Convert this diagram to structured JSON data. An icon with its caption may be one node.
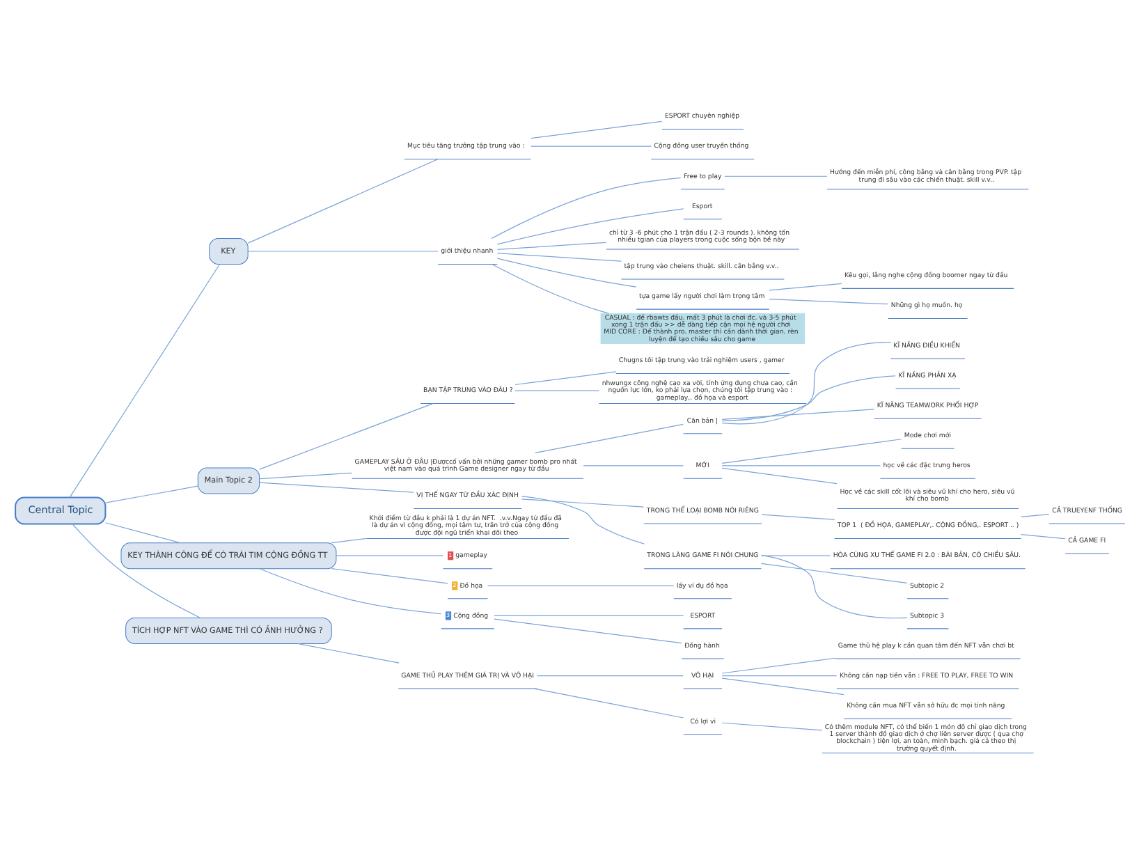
{
  "diagram": {
    "nodes": [
      {
        "text": [
          "Central Topic"
        ]
      },
      {
        "text": [
          "KEY"
        ]
      },
      {
        "text": [
          "Mục tiêu tăng trưởng tập trung vào :"
        ]
      },
      {
        "text": [
          "ESPORT chuyên nghiệp"
        ]
      },
      {
        "text": [
          "Cộng đồng user truyền thống"
        ]
      },
      {
        "text": [
          "giới thiệu nhanh"
        ]
      },
      {
        "text": [
          "Free to play"
        ]
      },
      {
        "text": [
          "Hướng đến miễn phí, công bằng và cân bằng trong PVP. tập trung đi sâu vào các chiến thuật. skill v.v.."
        ]
      },
      {
        "text": [
          "Esport"
        ]
      },
      {
        "text": [
          "chỉ từ 3 -6 phút cho 1 trận đấu ( 2-3 rounds ). không tốn nhiều tgian của players trong cuộc sống bộn bề này"
        ]
      },
      {
        "text": [
          "tập trung vào cheiens thuật. skill. cân bằng v.v.."
        ]
      },
      {
        "text": [
          "tựa game lấy người chơi làm trọng tâm"
        ]
      },
      {
        "text": [
          "Kêu gọi, lắng nghe cộng đồng boomer ngay từ đầu"
        ]
      },
      {
        "text": [
          "Những gì họ muốn. họ"
        ]
      },
      {
        "text": [
          "CASUAL : đề rbawts đầu. mất 3 phút là chơi đc. và 3-5 phút xong 1 trận đấu >> dễ dàng tiếp cận mọi hệ người chơi",
          "MID CORE : Để thành pro. master thì cần dành thời gian. rèn luyện để tạo chiều sâu cho game"
        ]
      },
      {
        "text": [
          "Main Topic 2"
        ]
      },
      {
        "text": [
          "BẠN TẬP TRUNG VÀO ĐÂU ?"
        ]
      },
      {
        "text": [
          "Chugns tôi tập trung vào trải nghiệm users , gamer"
        ]
      },
      {
        "text": [
          "nhwungx công nghệ cao xa vời, tính ứng dụng chưa cao, cần nguồn lực lớn, ko phải lựa chọn, chúng tôi tập trung vào : gameplay,. đồ họa và esport"
        ]
      },
      {
        "text": [
          "GAMEPLAY SÂU Ở ĐÂU |Đượccố vấn bởi những gamer bomb pro nhất việt nam vào quá trình Game designer ngay từ đầu"
        ]
      },
      {
        "text": [
          "Căn bản |"
        ]
      },
      {
        "text": [
          "KĨ NĂNG ĐIỀU KHIỂN"
        ]
      },
      {
        "text": [
          "KĨ NĂNG PHẢN XẠ"
        ]
      },
      {
        "text": [
          "KĨ NĂNG TEAMWORK PHỐI HỢP"
        ]
      },
      {
        "text": [
          "MỚI"
        ]
      },
      {
        "text": [
          "Mode chơi mới"
        ]
      },
      {
        "text": [
          "học về các đặc trưng heros"
        ]
      },
      {
        "text": [
          "Học về các skill cốt lõi và siêu vũ khí cho hero, siêu vũ khí cho bomb"
        ]
      },
      {
        "text": [
          "VỊ THẾ NGAY TỪ ĐẦU XÁC ĐỊNH"
        ]
      },
      {
        "text": [
          "TRONG THỂ LOẠI BOMB NÓI RIÊNG"
        ]
      },
      {
        "text": [
          "TOP 1  ( ĐỒ HỌA, GAMEPLAY,. CỘNG ĐỒNG,. ESPORT .. )"
        ]
      },
      {
        "text": [
          "CẢ TRUEYENF THỐNG"
        ]
      },
      {
        "text": [
          "CẢ GAME FI"
        ]
      },
      {
        "text": [
          "TRONG LÀNG GAME FI NÓI CHUNG"
        ]
      },
      {
        "text": [
          "HÒA CÙNG XU THẾ GAME FI 2.0 : BÀI BẢN, CÓ CHIỀU SÂU."
        ]
      },
      {
        "text": [
          "Subtopic 2"
        ]
      },
      {
        "text": [
          "Subtopic 3"
        ]
      },
      {
        "text": [
          "KEY THÀNH CÔNG ĐỂ CÓ TRÁI TIM CỘNG ĐỒNG TT"
        ]
      },
      {
        "text": [
          "Khởi điểm từ đầu k phải là 1 dự án NFT.  .v.v.Ngay từ đầu đã là dự án vì cộng đồng, mọi tâm tư, trăn trở của cộng đồng được đội ngũ triển khai dõi theo"
        ]
      },
      {
        "text": [
          "1",
          "gameplay"
        ]
      },
      {
        "text": [
          "2",
          "Đồ họa"
        ]
      },
      {
        "text": [
          "lấy ví dụ đồ họa"
        ]
      },
      {
        "text": [
          "3",
          "Cộng đồng"
        ]
      },
      {
        "text": [
          "ESPORT"
        ]
      },
      {
        "text": [
          "Đồng hành"
        ]
      },
      {
        "text": [
          "TÍCH HỢP NFT VÀO GAME THÌ CÓ ẢNH HƯỞNG ?"
        ]
      },
      {
        "text": [
          "GAME THỦ PLAY THÊM GIÁ TRỊ VÀ VÔ HẠI"
        ]
      },
      {
        "text": [
          "VÔ HẠI"
        ]
      },
      {
        "text": [
          "Game thủ hệ play k cần quan tâm đến NFT vẫn chơi bt"
        ]
      },
      {
        "text": [
          "Không cần nạp tiền vẫn : FREE TO PLAY, FREE TO WIN"
        ]
      },
      {
        "text": [
          "Không cần mua NFT vẫn sở hữu đc mọi tính năng"
        ]
      },
      {
        "text": [
          "Có lợi vì"
        ]
      },
      {
        "text": [
          "Có thêm module NFT, có thể biến 1 món đồ chỉ giao dịch trong 1 server thành đồ giao dịch ở chợ liên server được ( qua chợ blockchain ) tiện lợi, an toàn, minh bạch. giá cả theo thị trường quyết định."
        ]
      }
    ],
    "edges": [
      {
        "from": 0,
        "to": 1,
        "arrow": "none"
      },
      {
        "from": 1,
        "to": 2,
        "arrow": "none"
      },
      {
        "from": 2,
        "to": 3,
        "arrow": "none"
      },
      {
        "from": 2,
        "to": 4,
        "arrow": "none"
      },
      {
        "from": 1,
        "to": 5,
        "arrow": "none"
      },
      {
        "from": 5,
        "to": 6,
        "arrow": "none"
      },
      {
        "from": 6,
        "to": 7,
        "arrow": "none"
      },
      {
        "from": 5,
        "to": 8,
        "arrow": "none"
      },
      {
        "from": 5,
        "to": 9,
        "arrow": "none"
      },
      {
        "from": 5,
        "to": 10,
        "arrow": "none"
      },
      {
        "from": 5,
        "to": 11,
        "arrow": "none"
      },
      {
        "from": 11,
        "to": 12,
        "arrow": "none"
      },
      {
        "from": 11,
        "to": 13,
        "arrow": "none"
      },
      {
        "from": 5,
        "to": 14,
        "arrow": "none"
      },
      {
        "from": 0,
        "to": 15,
        "arrow": "none"
      },
      {
        "from": 15,
        "to": 16,
        "arrow": "none"
      },
      {
        "from": 16,
        "to": 17,
        "arrow": "none"
      },
      {
        "from": 16,
        "to": 18,
        "arrow": "none"
      },
      {
        "from": 15,
        "to": 19,
        "arrow": "none"
      },
      {
        "from": 19,
        "to": 20,
        "arrow": "none"
      },
      {
        "from": 20,
        "to": 21,
        "arrow": "none"
      },
      {
        "from": 20,
        "to": 22,
        "arrow": "none"
      },
      {
        "from": 20,
        "to": 23,
        "arrow": "none"
      },
      {
        "from": 19,
        "to": 24,
        "arrow": "none"
      },
      {
        "from": 24,
        "to": 25,
        "arrow": "none"
      },
      {
        "from": 24,
        "to": 26,
        "arrow": "none"
      },
      {
        "from": 24,
        "to": 27,
        "arrow": "none"
      },
      {
        "from": 15,
        "to": 28,
        "arrow": "none"
      },
      {
        "from": 28,
        "to": 29,
        "arrow": "none"
      },
      {
        "from": 29,
        "to": 30,
        "arrow": "none"
      },
      {
        "from": 30,
        "to": 31,
        "arrow": "none"
      },
      {
        "from": 30,
        "to": 32,
        "arrow": "none"
      },
      {
        "from": 28,
        "to": 33,
        "arrow": "none"
      },
      {
        "from": 33,
        "to": 34,
        "arrow": "none"
      },
      {
        "from": 33,
        "to": 35,
        "arrow": "none"
      },
      {
        "from": 33,
        "to": 36,
        "arrow": "none"
      },
      {
        "from": 0,
        "to": 37,
        "arrow": "none"
      },
      {
        "from": 37,
        "to": 38,
        "arrow": "none"
      },
      {
        "from": 37,
        "to": 39,
        "arrow": "none"
      },
      {
        "from": 37,
        "to": 40,
        "arrow": "none"
      },
      {
        "from": 40,
        "to": 41,
        "arrow": "none"
      },
      {
        "from": 37,
        "to": 42,
        "arrow": "none"
      },
      {
        "from": 42,
        "to": 43,
        "arrow": "none"
      },
      {
        "from": 42,
        "to": 44,
        "arrow": "none"
      },
      {
        "from": 0,
        "to": 45,
        "arrow": "none"
      },
      {
        "from": 45,
        "to": 46,
        "arrow": "none"
      },
      {
        "from": 46,
        "to": 47,
        "arrow": "none"
      },
      {
        "from": 47,
        "to": 48,
        "arrow": "none"
      },
      {
        "from": 47,
        "to": 49,
        "arrow": "none"
      },
      {
        "from": 47,
        "to": 50,
        "arrow": "none"
      },
      {
        "from": 46,
        "to": 51,
        "arrow": "none"
      },
      {
        "from": 51,
        "to": 52,
        "arrow": "none"
      }
    ]
  }
}
